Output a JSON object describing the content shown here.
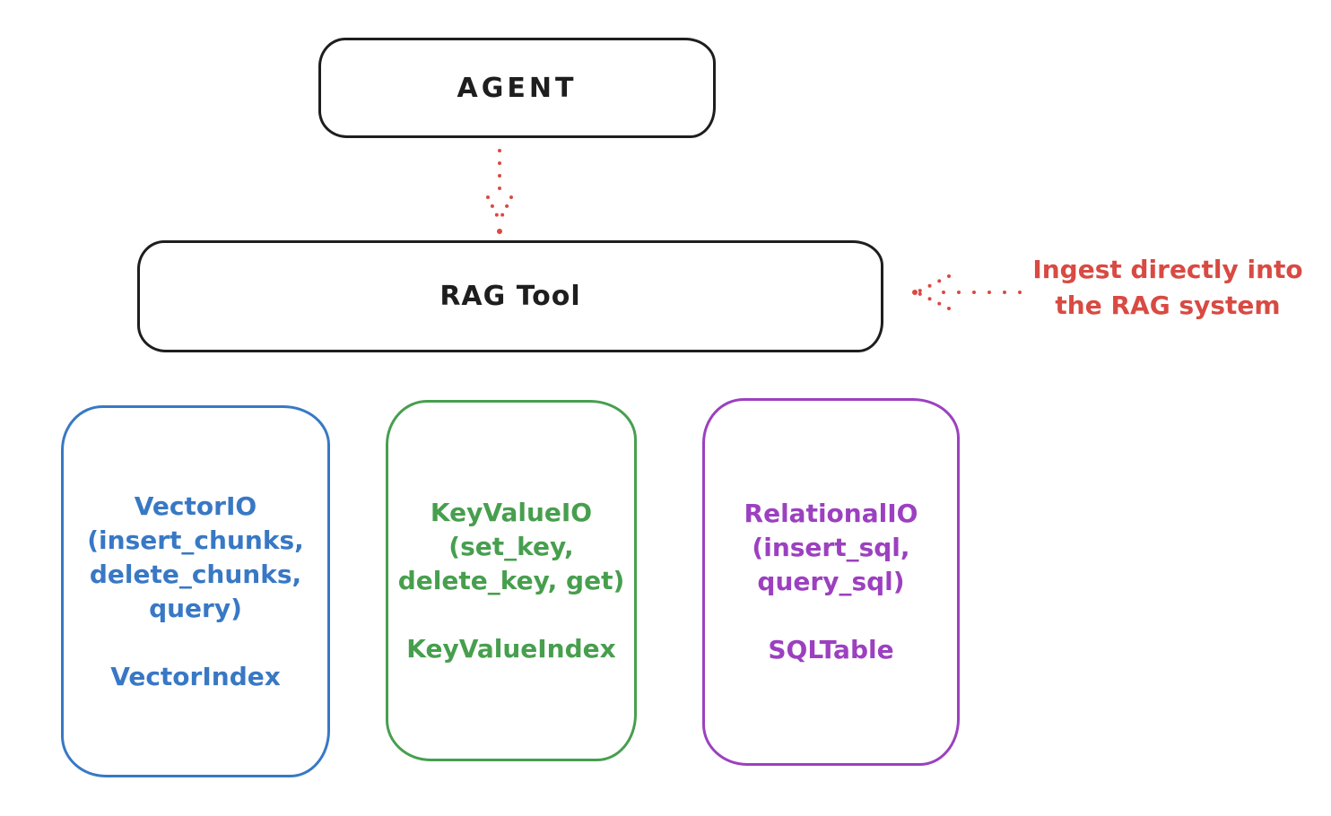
{
  "agent_box": {
    "label": "AGENT"
  },
  "rag_box": {
    "label": "RAG Tool"
  },
  "annotation": {
    "text": "Ingest directly into\nthe RAG system"
  },
  "io_boxes": [
    {
      "name": "vector-io",
      "methods": "VectorIO\n(insert_chunks,\ndelete_chunks,\nquery)",
      "index_label": "VectorIndex",
      "color": "#3878c5"
    },
    {
      "name": "keyvalue-io",
      "methods": "KeyValueIO\n(set_key,\ndelete_key, get)",
      "index_label": "KeyValueIndex",
      "color": "#479f4e"
    },
    {
      "name": "relational-io",
      "methods": "RelationalIO\n(insert_sql,\nquery_sql)",
      "index_label": "SQLTable",
      "color": "#9c40c0"
    }
  ],
  "icons": {
    "arrow_down": "dotted-arrow-down-icon",
    "arrow_left": "dotted-arrow-left-icon"
  },
  "colors": {
    "stroke_black": "#1e1e1e",
    "accent_red": "#d84a42",
    "vector_blue": "#3878c5",
    "keyvalue_green": "#479f4e",
    "relational_purple": "#9c40c0",
    "background": "#ffffff"
  }
}
